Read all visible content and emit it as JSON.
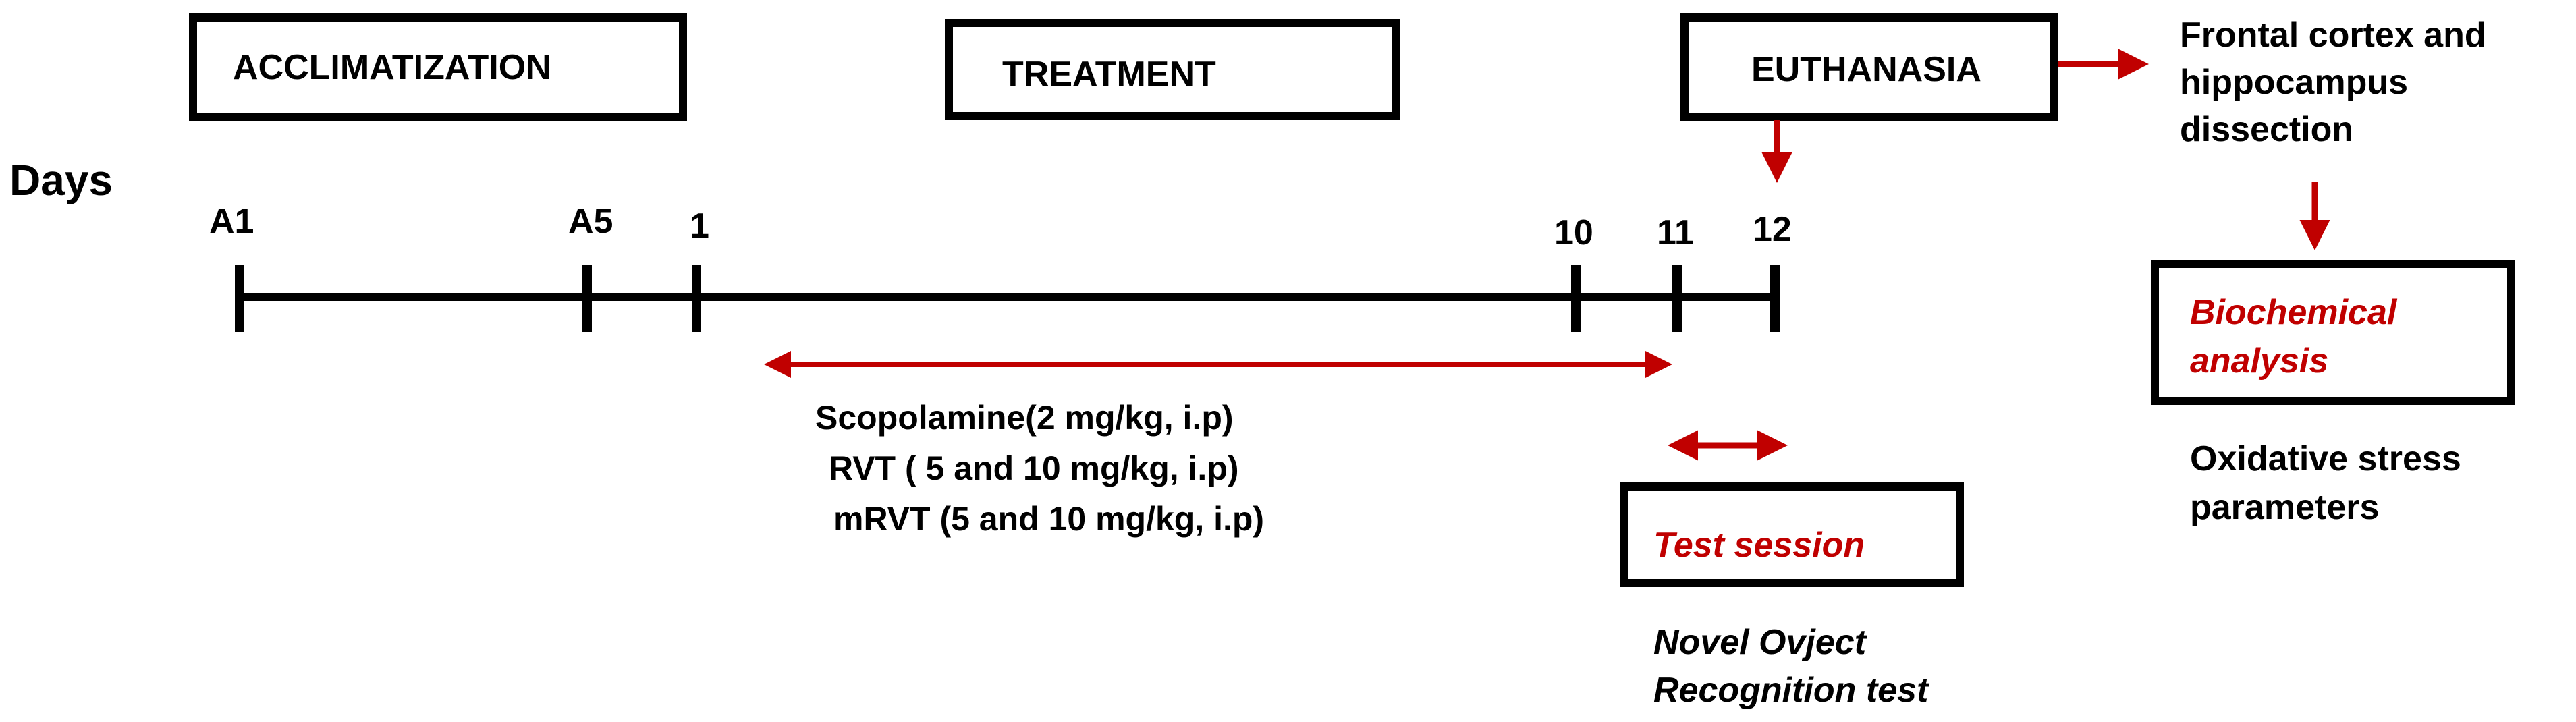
{
  "phases": {
    "acclimatization": "ACCLIMATIZATION",
    "treatment": "TREATMENT",
    "euthanasia": "EUTHANASIA"
  },
  "axis_label": "Days",
  "days": [
    "A1",
    "A5",
    "1",
    "10",
    "11",
    "12"
  ],
  "treatment_drugs": [
    "Scopolamine(2 mg/kg, i.p)",
    "RVT ( 5 and 10 mg/kg, i.p)",
    "mRVT (5 and 10 mg/kg, i.p)"
  ],
  "test_session": {
    "title": "Test session",
    "lines": [
      "Novel Ovject",
      "Recognition test"
    ]
  },
  "dissection": {
    "lines": [
      "Frontal cortex and",
      "hippocampus",
      "dissection"
    ]
  },
  "biochemical": {
    "title_lines": [
      "Biochemical",
      "analysis"
    ],
    "parameters_lines": [
      "Oxidative stress",
      "parameters"
    ]
  },
  "colors": {
    "arrow": "#c00000",
    "line": "#000000",
    "highlight_text": "#c00000"
  }
}
